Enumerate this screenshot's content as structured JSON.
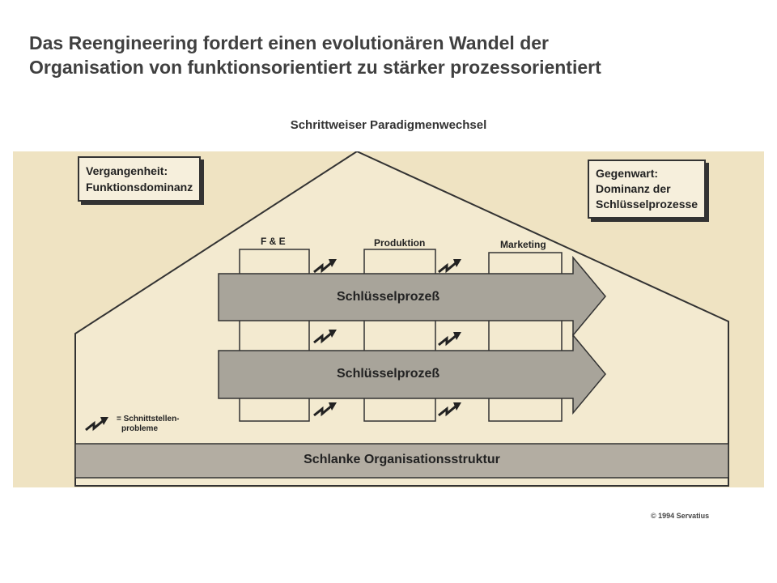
{
  "title_line1": "Das Reengineering fordert einen evolutionären Wandel der",
  "title_line2": "Organisation von funktionsorientiert zu stärker prozessorientiert",
  "subtitle": "Schrittweiser Paradigmenwechsel",
  "diagram": {
    "past_box": {
      "line1": "Vergangenheit:",
      "line2": "Funktionsdominanz"
    },
    "present_box": {
      "line1": "Gegenwart:",
      "line2": "Dominanz der",
      "line3": "Schlüsselprozesse"
    },
    "functions": [
      "F & E",
      "Produktion",
      "Marketing"
    ],
    "process_arrows": [
      "Schlüsselprozeß",
      "Schlüsselprozeß"
    ],
    "foundation": "Schlanke Organisationsstruktur",
    "legend": {
      "line1": "= Schnittstellen-",
      "line2": "probleme"
    }
  },
  "copyright": "© 1994 Servatius"
}
